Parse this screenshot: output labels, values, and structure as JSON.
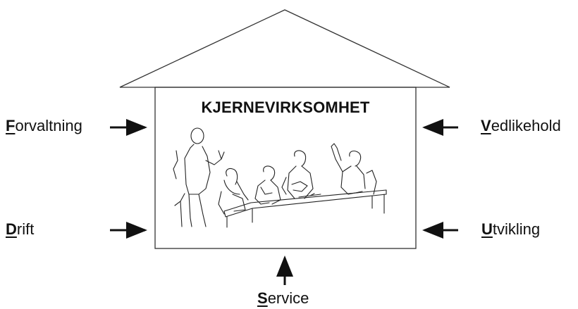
{
  "core": {
    "title": "KJERNEVIRKSOMHET"
  },
  "labels": {
    "forvaltning": {
      "first": "F",
      "rest": "orvaltning"
    },
    "drift": {
      "first": "D",
      "rest": "rift"
    },
    "vedlikehold": {
      "first": "V",
      "rest": "edlikehold"
    },
    "utvikling": {
      "first": "U",
      "rest": "tvikling"
    },
    "service": {
      "first": "S",
      "rest": "ervice"
    }
  },
  "colors": {
    "stroke": "#111111",
    "background": "#ffffff"
  },
  "icons": {
    "illustration": "people-at-meeting-table-illustration"
  }
}
